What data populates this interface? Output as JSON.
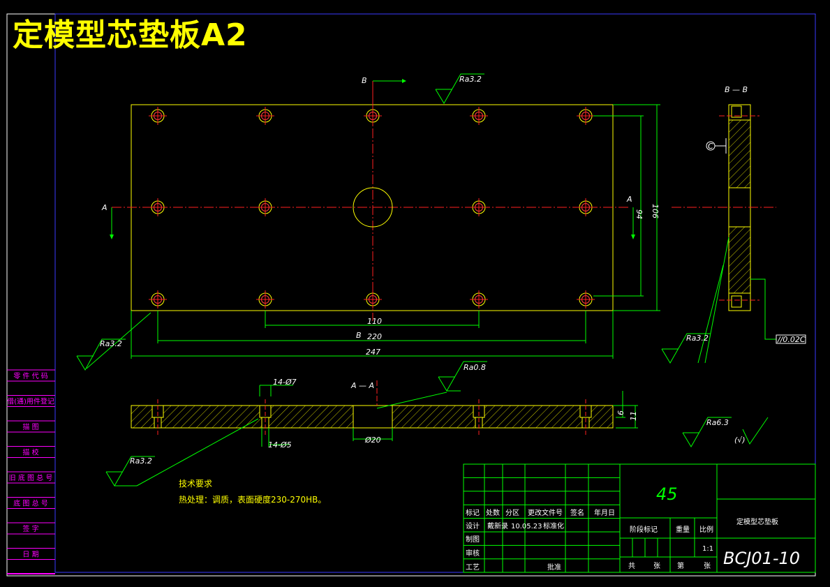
{
  "title": "定模型芯垫板A2",
  "views": {
    "section_b": "B",
    "section_a": "A",
    "section_bb_label": "B — B",
    "section_aa_label": "A — A",
    "datum": "C"
  },
  "roughness": {
    "top": "Ra3.2",
    "left_plan": "Ra3.2",
    "side": "Ra3.2",
    "section_top": "Ra0.8",
    "section_left": "Ra3.2",
    "general": "Ra6.3",
    "general_mark": "(√)"
  },
  "dimensions": {
    "d110": "110",
    "d220": "220",
    "d247": "247",
    "d94": "94",
    "d106": "106",
    "hole_big": "14-Ø7",
    "hole_small": "14-Ø5",
    "bore": "Ø20",
    "t6": "6",
    "t11": "11",
    "parallel_tol": "//0.02C"
  },
  "tech_req": {
    "heading": "技术要求",
    "line1": "热处理：调质，表面硬度230-270HB。"
  },
  "left_column": [
    "零 件 代 码",
    "借(通)用件登记",
    "描 图",
    "描 校",
    "旧 底 图 总 号",
    "底 图 总 号",
    "签 字",
    "日 期"
  ],
  "title_block": {
    "material": "45",
    "part_name": "定模型芯垫板",
    "drawing_no": "BCJ01-10",
    "h_mark": "标记",
    "h_count": "处数",
    "h_zone": "分区",
    "h_doc": "更改文件号",
    "h_sign": "签名",
    "h_date": "年月日",
    "design": "设计",
    "designer": "戴新录",
    "design_date": "10.05.23",
    "standard": "标准化",
    "drafter": "制图",
    "review": "审核",
    "process": "工艺",
    "approve": "批准",
    "stage": "阶段标记",
    "weight": "重量",
    "scale": "比例",
    "scale_val": "1:1",
    "total": "共",
    "sheets": "张",
    "page": "第",
    "sheets2": "张"
  }
}
